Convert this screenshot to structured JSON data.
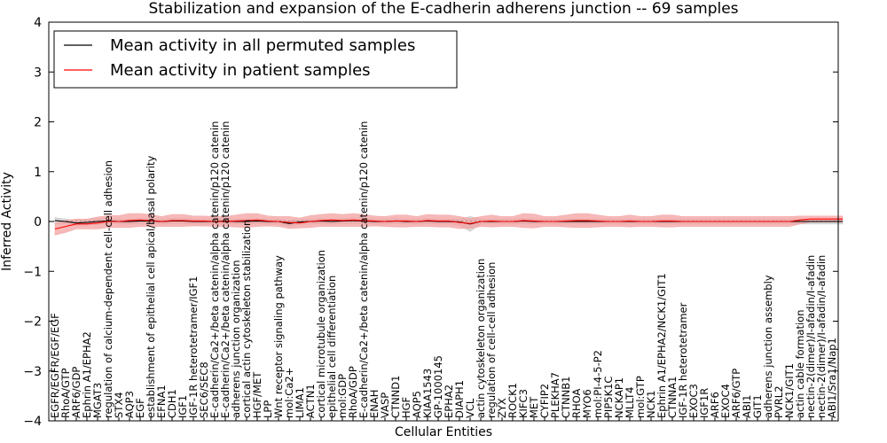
{
  "chart_data": {
    "type": "line",
    "title": "Stabilization and expansion of the E-cadherin adherens junction -- 69 samples",
    "xlabel": "Cellular Entities",
    "ylabel": "Inferred Activity",
    "ylim": [
      -4,
      4
    ],
    "yticks": [
      -4,
      -3,
      -2,
      -1,
      0,
      1,
      2,
      3,
      4
    ],
    "ytick_labels": [
      "−4",
      "−3",
      "−2",
      "−1",
      "0",
      "1",
      "2",
      "3",
      "4"
    ],
    "grid": false,
    "legend_position": "top-left",
    "categories": [
      "EGFR/EGFR/EGF/EGF",
      "RhoA/GTP",
      "ARF6/GDP",
      "Ephrin A1/EPHA2",
      "MGAT3",
      "regulation of calcium-dependent cell-cell adhesion",
      "STX4",
      "AQP3",
      "EGF",
      "establishment of epithelial cell apical/basal polarity",
      "EFNA1",
      "CDH1",
      "IGF1",
      "IGF-1R heterotetramer/IGF1",
      "SEC6/SEC8",
      "E-cadherin/Ca2+/beta catenin/alpha catenin/p120 catenin",
      "E-cadherin/Ca2+/beta catenin/alpha catenin/p120 catenin",
      "adherens junction organization",
      "cortical actin cytoskeleton stabilization",
      "HGF/MET",
      "LPP",
      "Wnt receptor signaling pathway",
      "mol:Ca2+",
      "LIMA1",
      "ACTN1",
      "cortical microtubule organization",
      "epithelial cell differentiation",
      "mol:GDP",
      "RhoA/GDP",
      "E-cadherin/Ca2+/beta catenin/alpha catenin/p120 catenin",
      "ENAH",
      "VASP",
      "CTNND1",
      "HGF",
      "AQP5",
      "KIAA1543",
      "GP-1000145",
      "EPHA2",
      "DIAPH1",
      "VCL",
      "actin cytoskeleton organization",
      "regulation of cell-cell adhesion",
      "ZYX",
      "ROCK1",
      "KIFC3",
      "MET",
      "CYFIP2",
      "PLEKHA7",
      "CTNNB1",
      "RHOA",
      "MYO6",
      "mol:PI-4-5-P2",
      "PIP5K1C",
      "NCKAP1",
      "MLLT4",
      "mol:GTP",
      "NCK1",
      "Ephrin A1/EPHA2/NCK1/GIT1",
      "CTNNA1",
      "IGF-1R heterotetramer",
      "EXOC3",
      "IGF1R",
      "ARF6",
      "EXOC4",
      "ARF6/GTP",
      "ABI1",
      "GIT1",
      "adherens junction assembly",
      "PVRL2",
      "NCK1/GIT1",
      "actin cable formation",
      "nectin-2(dimer)/I-afadin/I-afadin",
      "nectin-2(dimer)/I-afadin/I-afadin",
      "ABI1/Sra1/Nap1"
    ],
    "series": [
      {
        "name": "Mean activity in all permuted samples",
        "color": "#000000",
        "band_color": "#bbbbbb",
        "values": [
          0.02,
          0.0,
          -0.03,
          -0.02,
          0.0,
          0.01,
          0.0,
          0.0,
          0.01,
          0.01,
          0.0,
          0.01,
          0.01,
          0.0,
          0.0,
          0.0,
          0.01,
          0.0,
          0.0,
          0.01,
          0.0,
          0.0,
          -0.04,
          -0.01,
          0.0,
          0.01,
          0.0,
          0.01,
          0.02,
          0.01,
          0.0,
          0.0,
          0.01,
          0.0,
          0.0,
          0.01,
          0.0,
          0.0,
          -0.01,
          -0.05,
          0.0,
          0.0,
          0.0,
          0.0,
          0.01,
          0.0,
          0.0,
          0.0,
          0.0,
          0.0,
          0.0,
          0.0,
          0.0,
          0.0,
          0.0,
          0.0,
          0.0,
          0.0,
          0.0,
          0.0,
          0.0,
          0.0,
          0.0,
          0.0,
          0.0,
          0.0,
          0.0,
          0.0,
          0.0,
          0.0,
          0.0,
          0.0,
          0.0,
          0.0,
          0.0
        ],
        "band": [
          0.06,
          0.05,
          0.05,
          0.05,
          0.06,
          0.05,
          0.05,
          0.05,
          0.05,
          0.05,
          0.05,
          0.05,
          0.05,
          0.05,
          0.05,
          0.05,
          0.05,
          0.05,
          0.05,
          0.05,
          0.05,
          0.05,
          0.06,
          0.05,
          0.05,
          0.05,
          0.05,
          0.05,
          0.06,
          0.05,
          0.05,
          0.05,
          0.05,
          0.05,
          0.05,
          0.05,
          0.05,
          0.05,
          0.06,
          0.15,
          0.05,
          0.05,
          0.05,
          0.05,
          0.05,
          0.05,
          0.05,
          0.05,
          0.05,
          0.05,
          0.05,
          0.05,
          0.05,
          0.05,
          0.05,
          0.05,
          0.05,
          0.05,
          0.05,
          0.05,
          0.05,
          0.05,
          0.05,
          0.05,
          0.05,
          0.05,
          0.05,
          0.05,
          0.05,
          0.05,
          0.05,
          0.05,
          0.05,
          0.05,
          0.05
        ]
      },
      {
        "name": "Mean activity in patient samples",
        "color": "#ff0000",
        "band_color": "#f4a0a0",
        "values": [
          -0.15,
          -0.1,
          -0.05,
          -0.05,
          -0.03,
          0.0,
          0.0,
          0.02,
          0.03,
          0.02,
          0.0,
          0.02,
          0.02,
          0.01,
          0.01,
          0.0,
          0.0,
          0.01,
          0.02,
          0.03,
          0.01,
          0.0,
          -0.02,
          -0.03,
          0.0,
          0.02,
          0.03,
          0.02,
          0.03,
          0.02,
          0.01,
          0.0,
          0.01,
          0.01,
          0.0,
          0.02,
          0.01,
          0.01,
          -0.02,
          -0.04,
          0.0,
          0.01,
          0.0,
          0.0,
          0.02,
          0.01,
          0.0,
          0.0,
          0.01,
          0.02,
          0.02,
          0.01,
          0.0,
          0.0,
          0.01,
          0.0,
          0.0,
          0.01,
          0.01,
          0.0,
          0.0,
          0.0,
          0.0,
          0.0,
          0.0,
          0.0,
          0.0,
          0.0,
          0.0,
          0.0,
          0.03,
          0.05,
          0.05,
          0.05,
          0.05
        ],
        "band": [
          0.12,
          0.12,
          0.1,
          0.1,
          0.12,
          0.12,
          0.12,
          0.14,
          0.13,
          0.12,
          0.1,
          0.12,
          0.12,
          0.1,
          0.1,
          0.1,
          0.1,
          0.12,
          0.14,
          0.13,
          0.1,
          0.1,
          0.12,
          0.1,
          0.12,
          0.12,
          0.13,
          0.12,
          0.13,
          0.12,
          0.1,
          0.1,
          0.12,
          0.12,
          0.1,
          0.12,
          0.12,
          0.12,
          0.12,
          0.1,
          0.1,
          0.12,
          0.1,
          0.1,
          0.14,
          0.14,
          0.1,
          0.1,
          0.12,
          0.14,
          0.14,
          0.12,
          0.1,
          0.1,
          0.12,
          0.1,
          0.1,
          0.12,
          0.12,
          0.1,
          0.1,
          0.1,
          0.1,
          0.1,
          0.1,
          0.1,
          0.1,
          0.1,
          0.1,
          0.1,
          0.08,
          0.06,
          0.06,
          0.06,
          0.06
        ]
      }
    ]
  }
}
